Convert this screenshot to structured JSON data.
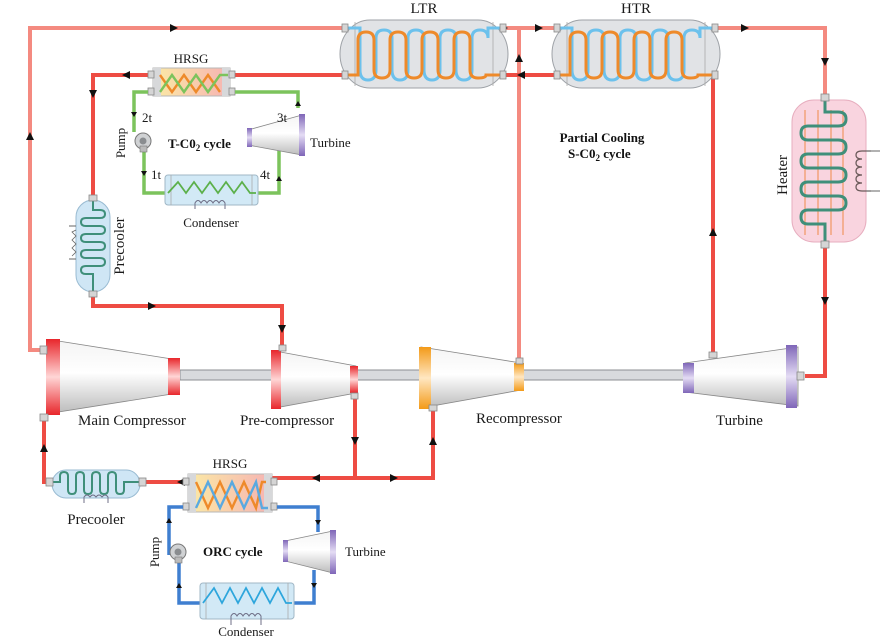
{
  "title": "Partial Cooling S-CO2 cycle with T-CO2 and ORC bottoming cycles",
  "components": {
    "ltr": "LTR",
    "htr": "HTR",
    "heater": "Heater",
    "hrsg_top": "HRSG",
    "hrsg_bottom": "HRSG",
    "precooler_top": "Precooler",
    "precooler_bottom": "Precooler",
    "main_compressor": "Main Compressor",
    "pre_compressor": "Pre-compressor",
    "recompressor": "Recompressor",
    "turbine_main": "Turbine",
    "turbine_tco2": "Turbine",
    "turbine_orc": "Turbine",
    "pump_tco2": "Pump",
    "pump_orc": "Pump",
    "condenser_tco2": "Condenser",
    "condenser_orc": "Condenser"
  },
  "cycles": {
    "main_line1": "Partial Cooling",
    "main_line2": "S-C0",
    "main_sub": "2",
    "main_line2_suffix": " cycle",
    "tco2_prefix": "T-C0",
    "tco2_sub": "2",
    "tco2_suffix": " cycle",
    "orc": "ORC cycle"
  },
  "state_points": {
    "t1": "1t",
    "t2": "2t",
    "t3": "3t",
    "t4": "4t"
  },
  "colors": {
    "hot_pipe": "#ee4c43",
    "warm_pipe": "#f48a80",
    "tco2_loop": "#7cc35c",
    "orc_loop": "#3f7fd0",
    "compressor_red": "#e8262b",
    "recompressor_orange": "#f4a020",
    "turbine_purple": "#8b72c0",
    "heater_fill": "#f9d4df",
    "cooler_fill": "#cfe6f5"
  }
}
